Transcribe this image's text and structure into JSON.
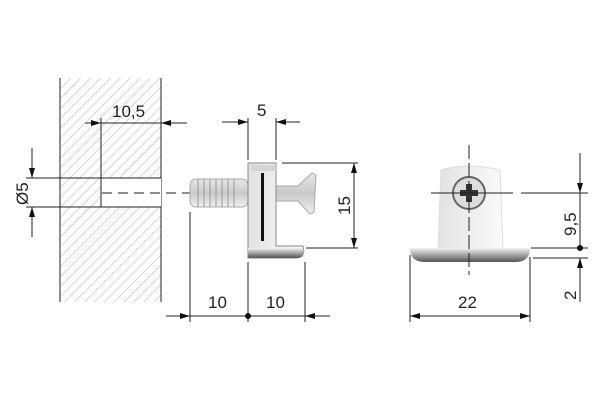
{
  "drawing": {
    "wall_section": {
      "hole_depth_label": "10,5",
      "hole_diameter_label": "Ø5"
    },
    "side_view": {
      "body_width_label": "5",
      "height_label": "15",
      "pin_length_label": "10",
      "body_length_label": "10"
    },
    "front_view": {
      "width_label": "22",
      "screw_height_label": "9,5",
      "base_thickness_label": "2"
    }
  }
}
